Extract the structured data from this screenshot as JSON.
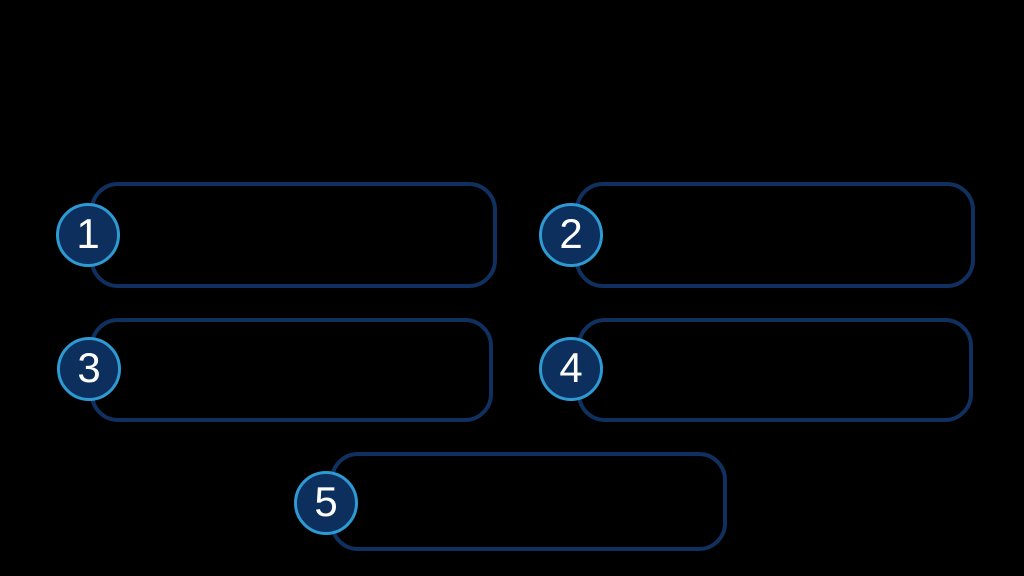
{
  "diagram": {
    "description": "Five empty numbered step boxes on black background",
    "colors": {
      "background": "#000000",
      "box_border": "#10305f",
      "badge_fill": "#0d2f5d",
      "badge_ring": "#2e9ad3",
      "number_text": "#ffffff"
    },
    "steps": [
      {
        "number": "1"
      },
      {
        "number": "2"
      },
      {
        "number": "3"
      },
      {
        "number": "4"
      },
      {
        "number": "5"
      }
    ]
  }
}
